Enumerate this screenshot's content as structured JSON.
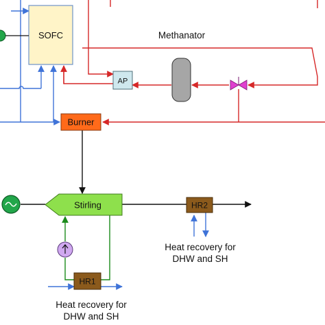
{
  "colors": {
    "blue": "#3f73d8",
    "red": "#d62828",
    "black": "#111111",
    "green_line": "#1a8a1a",
    "sofc_fill": "#fff4c8",
    "sofc_stroke": "#6e94c8",
    "ap_fill": "#cfe8ee",
    "methanator_fill": "#a6a6a6",
    "valve_fill": "#e040d0",
    "burner_fill": "#ff6a1a",
    "stirling_fill": "#8ee04c",
    "hr_fill": "#8b5a1c",
    "pump_fill": "#d0a8f0",
    "generator_fill": "#22a64a"
  },
  "components": {
    "sofc": "SOFC",
    "ap": "AP",
    "methanator": "Methanator",
    "burner": "Burner",
    "stirling": "Stirling",
    "hr1": "HR1",
    "hr2": "HR2"
  },
  "labels": {
    "heat_recovery_1": [
      "Heat recovery for",
      "DHW and SH"
    ],
    "heat_recovery_2": [
      "Heat recovery for",
      "DHW and SH"
    ]
  },
  "icons": {
    "generator_top": "generator-icon",
    "generator_stirling": "ac-generator-icon",
    "pump": "pump-icon",
    "valve": "valve-icon"
  }
}
